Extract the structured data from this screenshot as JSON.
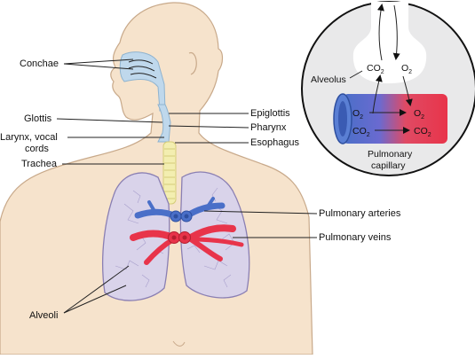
{
  "title": "",
  "colors": {
    "skin": "#f6e3cc",
    "skin_outline": "#c8a98a",
    "airway": "#bfd8ec",
    "trachea": "#f3eeb0",
    "lung": "#d9d3ea",
    "lung_outline": "#8a7fb3",
    "artery_blue": "#4a6fc8",
    "vein_red": "#e8344a",
    "inset_fill": "#e9e9ea"
  },
  "labels_left": {
    "conchae": "Conchae",
    "glottis": "Glottis",
    "larynx_line1": "Larynx, vocal",
    "larynx_line2": "cords",
    "trachea": "Trachea",
    "alveoli": "Alveoli"
  },
  "labels_right": {
    "epiglottis": "Epiglottis",
    "pharynx": "Pharynx",
    "esophagus": "Esophagus",
    "pulmonary_arteries": "Pulmonary arteries",
    "pulmonary_veins": "Pulmonary veins"
  },
  "inset": {
    "alveolus": "Alveolus",
    "co2_top": "CO",
    "co2_top_sub": "2",
    "o2_top": "O",
    "o2_top_sub": "2",
    "o2_left": "O",
    "o2_left_sub": "2",
    "o2_right": "O",
    "o2_right_sub": "2",
    "co2_left": "CO",
    "co2_left_sub": "2",
    "co2_right": "CO",
    "co2_right_sub": "2",
    "capillary_line1": "Pulmonary",
    "capillary_line2": "capillary"
  }
}
